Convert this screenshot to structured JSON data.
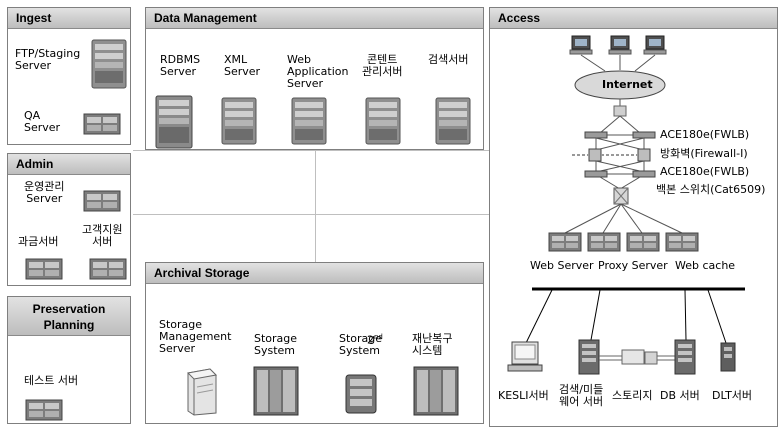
{
  "ingest": {
    "title": "Ingest",
    "items": [
      {
        "label": "FTP/Staging\nServer"
      },
      {
        "label": "QA\nServer"
      }
    ]
  },
  "admin": {
    "title": "Admin",
    "items": [
      {
        "label": "운영관리\nServer"
      },
      {
        "label": "과금서버"
      },
      {
        "label": "고객지원\n서버"
      }
    ]
  },
  "preservation": {
    "title": "Preservation\nPlanning",
    "items": [
      {
        "label": "테스트 서버"
      }
    ]
  },
  "data_management": {
    "title": "Data Management",
    "items": [
      {
        "label": "RDBMS\nServer"
      },
      {
        "label": "XML\nServer"
      },
      {
        "label": "Web\nApplication\nServer"
      },
      {
        "label": "콘텐트\n관리서버"
      },
      {
        "label": "검색서버"
      }
    ]
  },
  "archival_storage": {
    "title": "Archival Storage",
    "items": [
      {
        "label": "Storage\nManagement\nServer"
      },
      {
        "label": "Storage\nSystem"
      },
      {
        "label_main": "Storage\nSystem",
        "label_num": "2",
        "label_sup": "nd"
      },
      {
        "label": "재난복구\n시스템"
      }
    ]
  },
  "access": {
    "title": "Access",
    "internet_label": "Internet",
    "network": [
      {
        "label": "ACE180e(FWLB)"
      },
      {
        "label": "방화벽(Firewall-I)"
      },
      {
        "label": "ACE180e(FWLB)"
      },
      {
        "label": "백본 스위치(Cat6509)"
      }
    ],
    "caches": [
      {
        "label": "Web Server"
      },
      {
        "label": "Proxy Server"
      },
      {
        "label": "Web cache"
      }
    ],
    "bottom": [
      {
        "label": "KESLI서버"
      },
      {
        "label": "검색/미들\n웨어 서버"
      },
      {
        "label": "스토리지"
      },
      {
        "label": "DB 서버"
      },
      {
        "label": "DLT서버"
      }
    ]
  }
}
